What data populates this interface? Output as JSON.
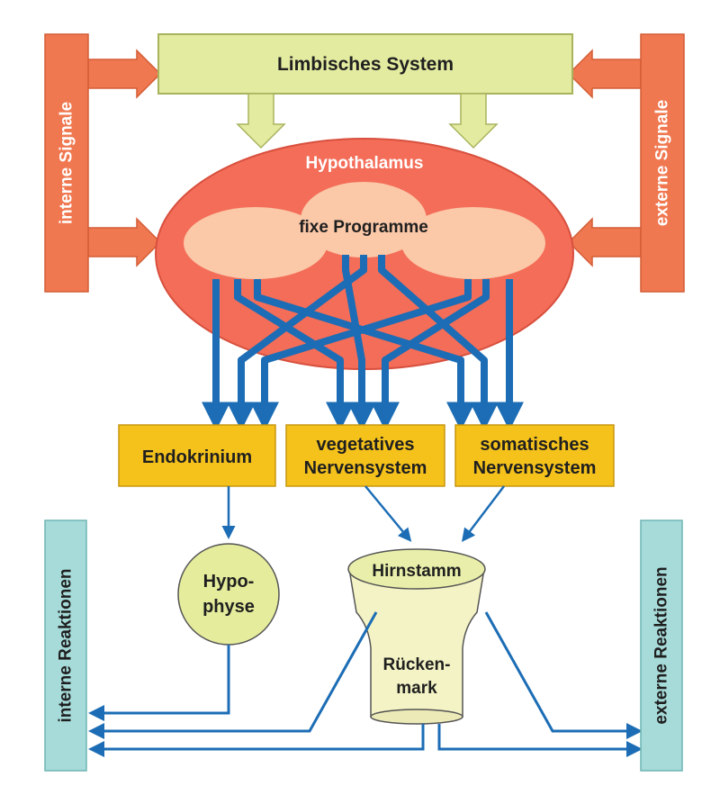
{
  "colors": {
    "limbic_fill": "#e3eba0",
    "limbic_stroke": "#a9b35d",
    "signal_fill": "#f07850",
    "signal_stroke": "#d35d36",
    "hypothalamus_fill": "#f36d58",
    "hypothalamus_stroke": "#d8503e",
    "programme_fill": "#fbc8a8",
    "output_fill": "#f5c21c",
    "output_stroke": "#c79710",
    "hypophyse_fill": "#e5ec9c",
    "hirnstamm_fill": "#e9efaa",
    "funnel_fill": "#f4f3c5",
    "reaction_fill": "#a6dbd9",
    "reaction_stroke": "#6fb5b4",
    "arrow_blue": "#1c6db5"
  },
  "diagram": {
    "limbic_system": "Limbisches System",
    "interne_signale": "interne Signale",
    "externe_signale": "externe Signale",
    "hypothalamus": "Hypothalamus",
    "fixe_programme": "fixe Programme",
    "endokrinium": "Endokrinium",
    "vegetatives_line1": "vegetatives",
    "vegetatives_line2": "Nervensystem",
    "somatisches_line1": "somatisches",
    "somatisches_line2": "Nervensystem",
    "hypophyse_line1": "Hypo-",
    "hypophyse_line2": "physe",
    "hirnstamm": "Hirnstamm",
    "rueckenmark_line1": "Rücken-",
    "rueckenmark_line2": "mark",
    "interne_reaktionen": "interne Reaktionen",
    "externe_reaktionen": "externe Reaktionen"
  }
}
